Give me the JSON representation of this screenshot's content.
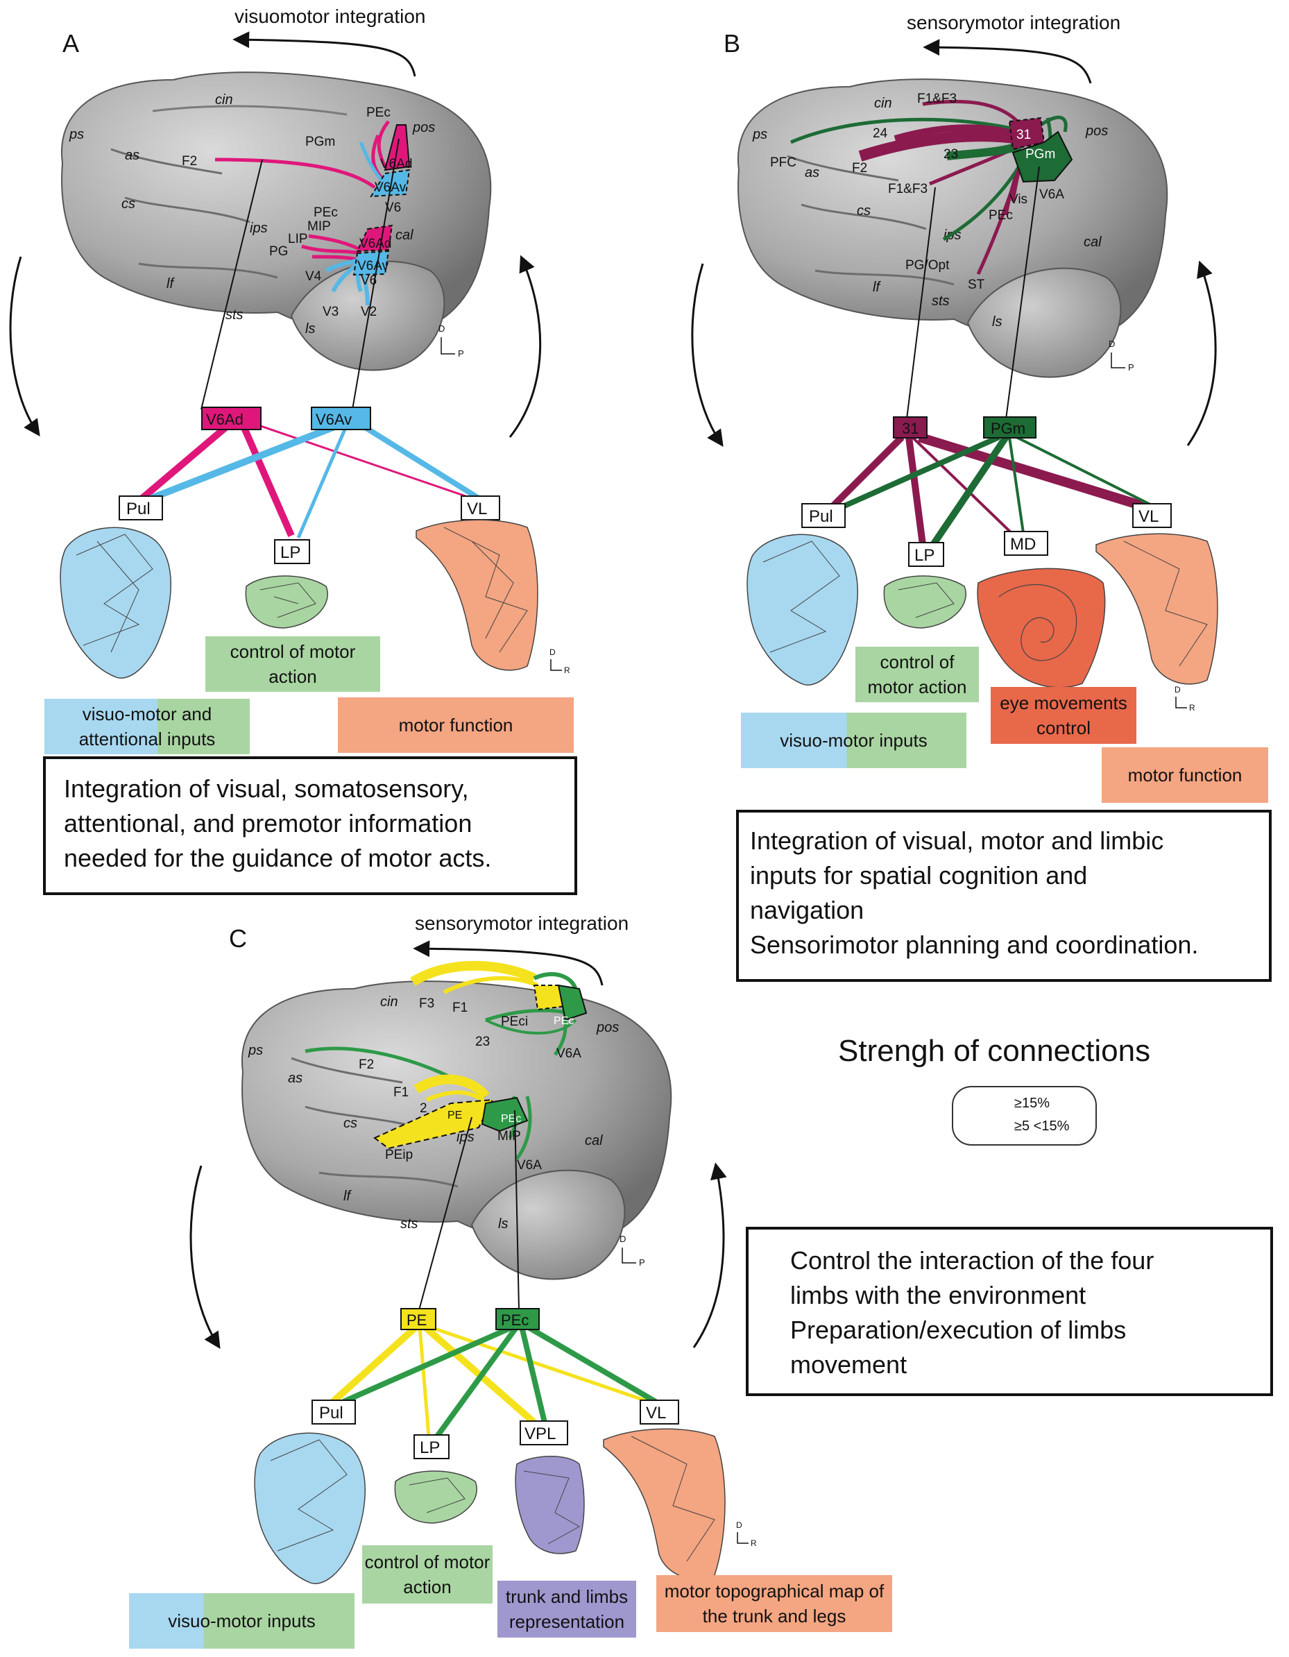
{
  "panels": {
    "A": {
      "letter": "A",
      "integration": "visuomotor integration",
      "sulci": [
        "ps",
        "as",
        "cs",
        "cin",
        "pos",
        "ips",
        "cal",
        "lf",
        "sts",
        "ls"
      ],
      "areas": [
        "PEc",
        "PGm",
        "F2",
        "V6Ad",
        "V6Av",
        "V6",
        "PEc",
        "MIP",
        "LIP",
        "PG",
        "V6Ad",
        "V6Av",
        "V4",
        "V3",
        "V6",
        "V2"
      ],
      "orient_brain": [
        "D",
        "P"
      ],
      "nodes": [
        "V6Ad",
        "V6Av"
      ],
      "thalamus": [
        "Pul",
        "LP",
        "VL"
      ],
      "orient_thal": [
        "D",
        "R"
      ],
      "functions": [
        "visuo-motor and attentional inputs",
        "control of motor action",
        "motor function"
      ],
      "summary": "Integration of visual, somatosensory, attentional, and premotor information needed for the guidance of motor acts."
    },
    "B": {
      "letter": "B",
      "integration": "sensorymotor integration",
      "sulci": [
        "ps",
        "as",
        "cs",
        "cin",
        "pos",
        "ips",
        "cal",
        "lf",
        "sts",
        "ls"
      ],
      "areas": [
        "F1&F3",
        "24",
        "31",
        "23",
        "PFC",
        "F2",
        "PGm",
        "F1&F3",
        "Vis",
        "V6A",
        "PEc",
        "PG/Opt",
        "ST"
      ],
      "orient_brain": [
        "D",
        "P"
      ],
      "nodes": [
        "31",
        "PGm"
      ],
      "thalamus": [
        "Pul",
        "LP",
        "MD",
        "VL"
      ],
      "orient_thal": [
        "D",
        "R"
      ],
      "functions": [
        "visuo-motor inputs",
        "control of motor action",
        "eye movements control",
        "motor function"
      ],
      "summary": [
        "Integration of visual, motor and limbic",
        "inputs for spatial cognition and",
        "navigation",
        "Sensorimotor planning and coordination."
      ]
    },
    "C": {
      "letter": "C",
      "integration": "sensorymotor integration",
      "sulci": [
        "ps",
        "as",
        "cs",
        "cin",
        "pos",
        "ips",
        "cal",
        "lf",
        "sts",
        "ls"
      ],
      "areas": [
        "F3",
        "F1",
        "PEci",
        "PEc",
        "23",
        "F2",
        "F1",
        "2",
        "PE",
        "PEc",
        "MIP",
        "PEip",
        "V6A",
        "V6A",
        "PE"
      ],
      "orient_brain": [
        "D",
        "P"
      ],
      "nodes": [
        "PE",
        "PEc"
      ],
      "thalamus": [
        "Pul",
        "LP",
        "VPL",
        "VL"
      ],
      "orient_thal": [
        "D",
        "R"
      ],
      "functions": [
        "visuo-motor inputs",
        "control of motor action",
        "trunk and limbs representation",
        "motor topographical map of the trunk and legs"
      ],
      "summary": [
        "Control the interaction of the four",
        "limbs with the environment",
        "Preparation/execution of limbs",
        "movement"
      ]
    }
  },
  "legend": {
    "title": "Strengh of connections",
    "strong": "≥15%",
    "weak": "≥5 <15%"
  },
  "colors": {
    "magenta": "#e0177b",
    "cyan": "#55b8e6",
    "maroon": "#8b1a4f",
    "darkgreen": "#1d6b35",
    "yellow": "#f5e21e",
    "green": "#2e9a48",
    "lightblue": "#a8d8f0",
    "lightgreen": "#a9d5a2",
    "salmon": "#f4a582",
    "orange": "#e8684a",
    "purple": "#9f98cf"
  }
}
